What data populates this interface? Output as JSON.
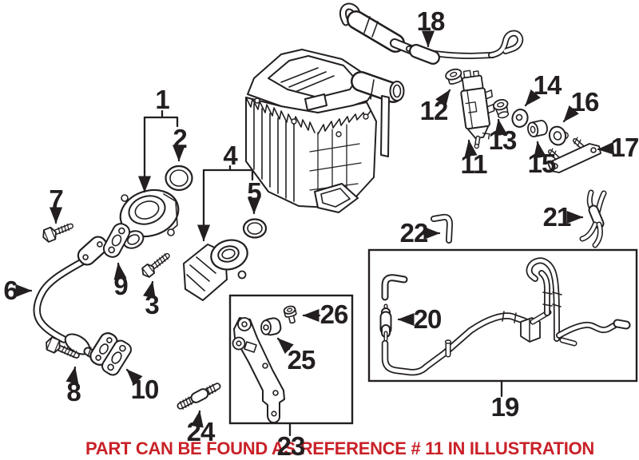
{
  "figure": {
    "kind": "exploded parts illustration",
    "boxes": [
      "19",
      "23"
    ]
  },
  "note": {
    "text": "PART CAN BE FOUND AS REFERENCE # 11 IN ILLUSTRATION",
    "color": "#c92128"
  },
  "colors": {
    "line": "#231f20",
    "background": "#ffffff",
    "note_red": "#c92128"
  },
  "callouts": {
    "1": {
      "label": "1"
    },
    "2": {
      "label": "2"
    },
    "3": {
      "label": "3"
    },
    "4": {
      "label": "4"
    },
    "5": {
      "label": "5"
    },
    "6": {
      "label": "6"
    },
    "7": {
      "label": "7"
    },
    "8": {
      "label": "8"
    },
    "9": {
      "label": "9"
    },
    "10": {
      "label": "10"
    },
    "11": {
      "label": "11"
    },
    "12": {
      "label": "12"
    },
    "13": {
      "label": "13"
    },
    "14": {
      "label": "14"
    },
    "15": {
      "label": "15"
    },
    "16": {
      "label": "16"
    },
    "17": {
      "label": "17"
    },
    "18": {
      "label": "18"
    },
    "19": {
      "label": "19"
    },
    "20": {
      "label": "20"
    },
    "21": {
      "label": "21"
    },
    "22": {
      "label": "22"
    },
    "23": {
      "label": "23"
    },
    "24": {
      "label": "24"
    },
    "25": {
      "label": "25"
    },
    "26": {
      "label": "26"
    }
  }
}
